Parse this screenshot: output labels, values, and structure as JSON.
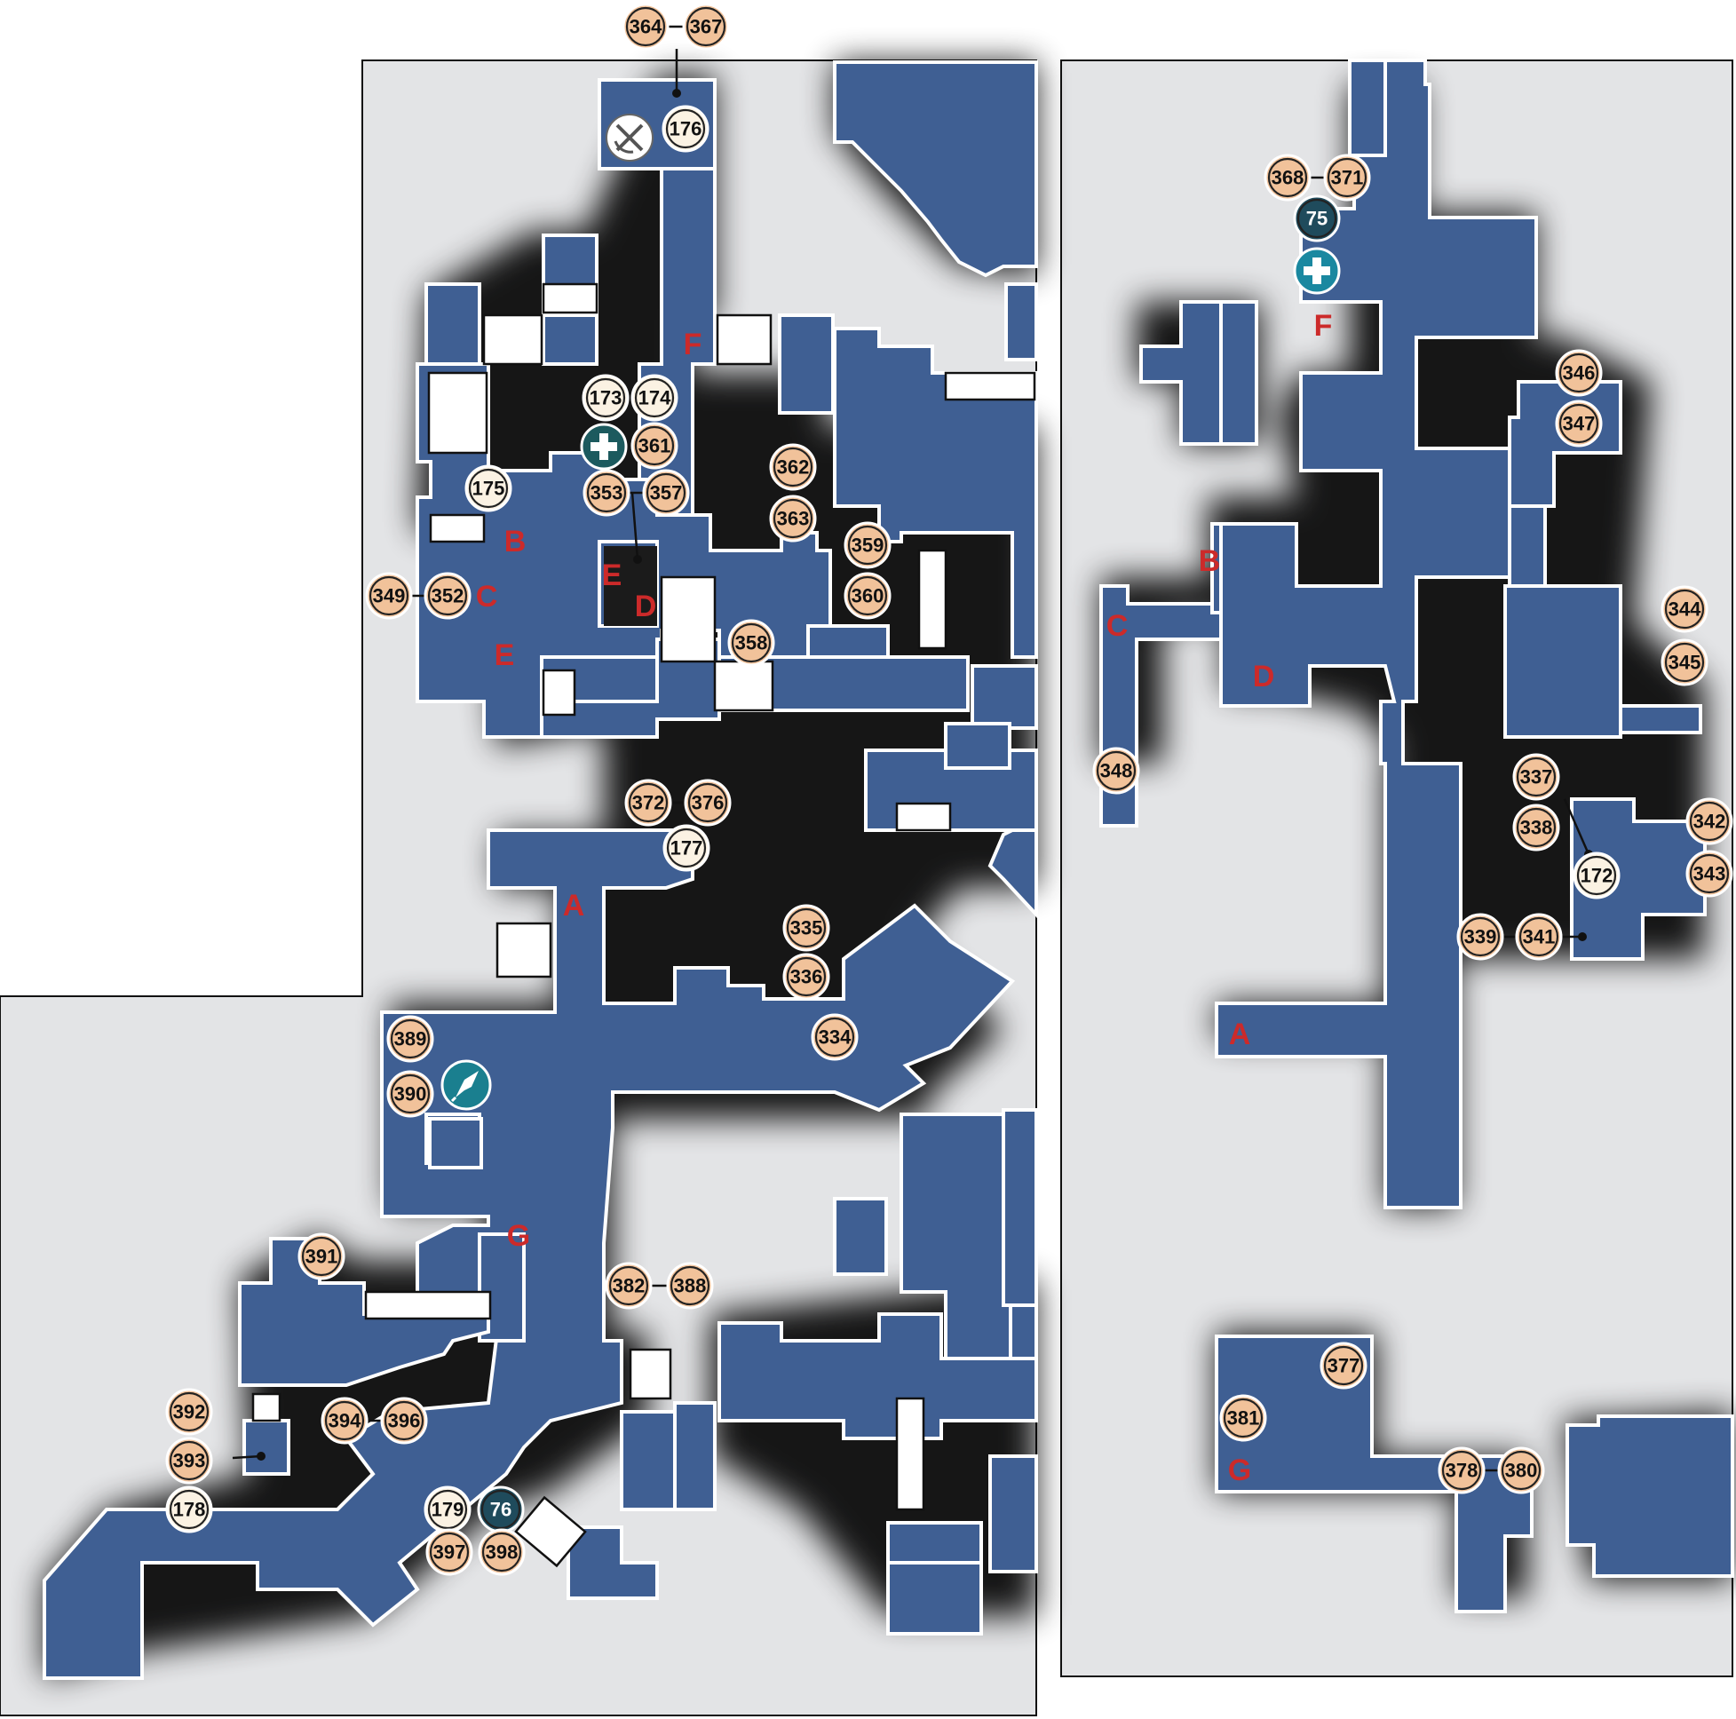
{
  "colors": {
    "room": "#3f5f93",
    "room_outline": "#ffffff",
    "background": "#e3e4e6",
    "shadow": "#000000",
    "collectible_marker": "#f1c29a",
    "info_marker": "#fbf2e3",
    "special_marker": "#1f4b5c",
    "transition_letter": "#cc2a2a"
  },
  "icons": {
    "health_station_icon": "health-cross-icon",
    "crossbow_icon": "crossed-weapons-icon",
    "exit_icon": "rocket-arrow-icon"
  },
  "left_panel": {
    "markers": {
      "m364_367": "364",
      "m367": "367",
      "m176": "176",
      "m173": "173",
      "m174": "174",
      "m361": "361",
      "m353": "353",
      "m357": "357",
      "m175": "175",
      "m362": "362",
      "m363": "363",
      "m359": "359",
      "m360": "360",
      "m349": "349",
      "m352": "352",
      "m358": "358",
      "m372": "372",
      "m376": "376",
      "m177": "177",
      "m335": "335",
      "m336": "336",
      "m334": "334",
      "m389": "389",
      "m390": "390",
      "m391": "391",
      "m382": "382",
      "m388": "388",
      "m392": "392",
      "m393": "393",
      "m178": "178",
      "m394": "394",
      "m396": "396",
      "m179": "179",
      "m76": "76",
      "m397": "397",
      "m398": "398"
    },
    "letters": {
      "F": "F",
      "B": "B",
      "C": "C",
      "E1": "E",
      "E2": "E",
      "D": "D",
      "A": "A",
      "G": "G"
    }
  },
  "right_panel": {
    "markers": {
      "m368": "368",
      "m371": "371",
      "m75": "75",
      "m346": "346",
      "m347": "347",
      "m344": "344",
      "m345": "345",
      "m348": "348",
      "m337": "337",
      "m338": "338",
      "m342": "342",
      "m343": "343",
      "m172": "172",
      "m339": "339",
      "m341": "341",
      "m377": "377",
      "m381": "381",
      "m378": "378",
      "m380": "380"
    },
    "letters": {
      "F": "F",
      "B": "B",
      "C": "C",
      "D": "D",
      "A": "A",
      "G": "G"
    }
  }
}
